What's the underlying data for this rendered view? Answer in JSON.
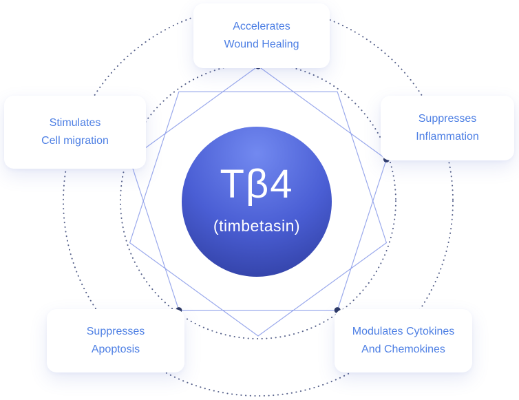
{
  "diagram": {
    "center": {
      "title": "Tβ4",
      "subtitle": "(timbetasin)"
    },
    "nodes": [
      {
        "id": "accelerates-wound-healing",
        "line1": "Accelerates",
        "line2": "Wound Healing",
        "position": "top"
      },
      {
        "id": "stimulates-cell-migration",
        "line1": "Stimulates",
        "line2": "Cell migration",
        "position": "left"
      },
      {
        "id": "suppresses-inflammation",
        "line1": "Suppresses",
        "line2": "Inflammation",
        "position": "right"
      },
      {
        "id": "suppresses-apoptosis",
        "line1": "Suppresses",
        "line2": "Apoptosis",
        "position": "bottom-left"
      },
      {
        "id": "modulates-cytokines-and-chemokines",
        "line1": "Modulates Cytokines",
        "line2": "And Chemokines",
        "position": "bottom-right"
      }
    ],
    "colors": {
      "label_text": "#4d7fe4",
      "line": "#8fa0ea",
      "dot": "#2e3a66",
      "dotted_ring": "#3a4677",
      "sphere_top": "#7289f0",
      "sphere_mid": "#4a5ed4",
      "sphere_bottom": "#2c3a9a"
    }
  }
}
